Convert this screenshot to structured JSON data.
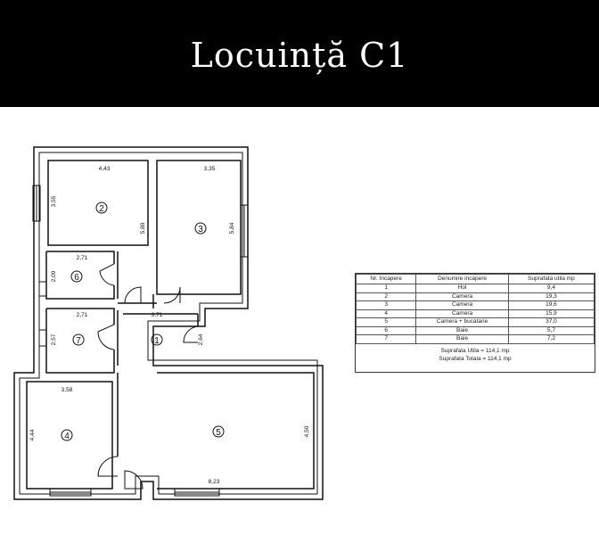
{
  "banner": {
    "title": "Locuință C1"
  },
  "plan": {
    "rooms": [
      {
        "id": "1",
        "label": "1"
      },
      {
        "id": "2",
        "label": "2"
      },
      {
        "id": "3",
        "label": "3"
      },
      {
        "id": "4",
        "label": "4"
      },
      {
        "id": "5",
        "label": "5"
      },
      {
        "id": "6",
        "label": "6"
      },
      {
        "id": "7",
        "label": "7"
      }
    ],
    "dimensions": {
      "room2_width": "4,43",
      "room2_height": "3,55",
      "room2_wall": "5,80",
      "room3_width": "3,35",
      "room3_height": "5,84",
      "room6_width": "2,71",
      "room6_height": "2,09",
      "room7_width": "2,71",
      "room7_height": "2,57",
      "hall_width": "3,71",
      "hall_height": "2,64",
      "room4_width": "3,58",
      "room4_height": "4,44",
      "room5_width": "8,23",
      "room5_height": "4,50"
    }
  },
  "legend": {
    "headers": [
      "Nr. Incapere",
      "Denumire incapere",
      "Suprafata utila mp"
    ],
    "rows": [
      [
        "1",
        "Hol",
        "9,4"
      ],
      [
        "2",
        "Camera",
        "19,3"
      ],
      [
        "3",
        "Camera",
        "19,6"
      ],
      [
        "4",
        "Camera",
        "15,9"
      ],
      [
        "5",
        "Camera + bucatarie",
        "37,0"
      ],
      [
        "6",
        "Baie",
        "5,7"
      ],
      [
        "7",
        "Baie",
        "7,2"
      ]
    ],
    "total_useful": "Suprafata Utila = 114,1 mp",
    "total_overall": "Suprafata Totala = 114,1 mp"
  }
}
